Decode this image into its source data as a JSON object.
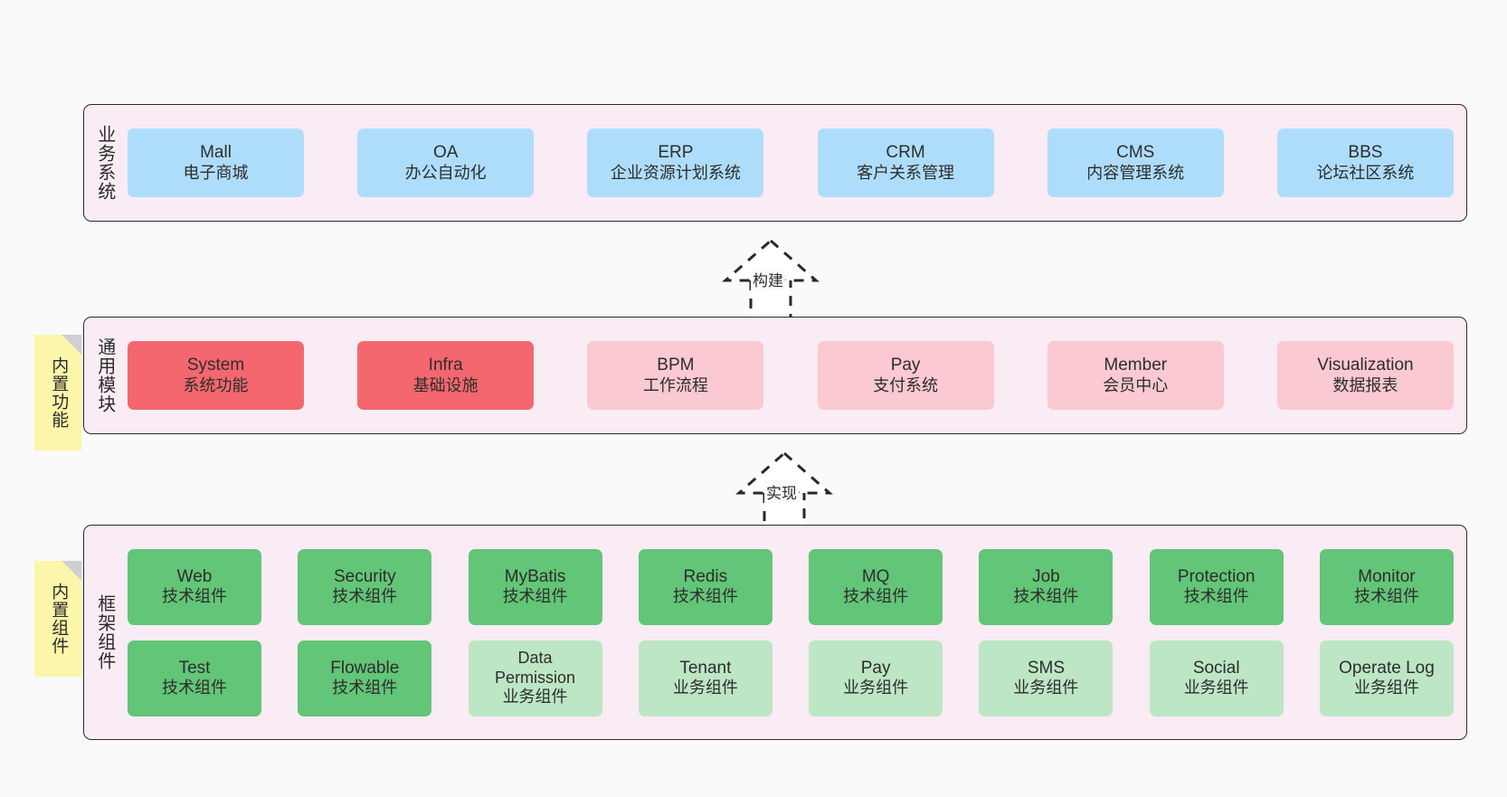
{
  "layers": [
    {
      "id": "business-systems",
      "title": "业务系统",
      "rows": [
        {
          "nodes": [
            {
              "en": "Mall",
              "cn": "电子商城",
              "color": "blue"
            },
            {
              "en": "OA",
              "cn": "办公自动化",
              "color": "blue"
            },
            {
              "en": "ERP",
              "cn": "企业资源计划系统",
              "color": "blue"
            },
            {
              "en": "CRM",
              "cn": "客户关系管理",
              "color": "blue"
            },
            {
              "en": "CMS",
              "cn": "内容管理系统",
              "color": "blue"
            },
            {
              "en": "BBS",
              "cn": "论坛社区系统",
              "color": "blue"
            }
          ]
        }
      ]
    },
    {
      "id": "common-modules",
      "title": "通用模块",
      "note": "内置功能",
      "rows": [
        {
          "nodes": [
            {
              "en": "System",
              "cn": "系统功能",
              "color": "red"
            },
            {
              "en": "Infra",
              "cn": "基础设施",
              "color": "red"
            },
            {
              "en": "BPM",
              "cn": "工作流程",
              "color": "pink"
            },
            {
              "en": "Pay",
              "cn": "支付系统",
              "color": "pink"
            },
            {
              "en": "Member",
              "cn": "会员中心",
              "color": "pink"
            },
            {
              "en": "Visualization",
              "cn": "数据报表",
              "color": "pink"
            }
          ]
        }
      ]
    },
    {
      "id": "framework-components",
      "title": "框架组件",
      "note": "内置组件",
      "rows": [
        {
          "nodes": [
            {
              "en": "Web",
              "cn": "技术组件",
              "color": "green"
            },
            {
              "en": "Security",
              "cn": "技术组件",
              "color": "green"
            },
            {
              "en": "MyBatis",
              "cn": "技术组件",
              "color": "green"
            },
            {
              "en": "Redis",
              "cn": "技术组件",
              "color": "green"
            },
            {
              "en": "MQ",
              "cn": "技术组件",
              "color": "green"
            },
            {
              "en": "Job",
              "cn": "技术组件",
              "color": "green"
            },
            {
              "en": "Protection",
              "cn": "技术组件",
              "color": "green"
            },
            {
              "en": "Monitor",
              "cn": "技术组件",
              "color": "green"
            }
          ]
        },
        {
          "nodes": [
            {
              "en": "Test",
              "cn": "技术组件",
              "color": "green"
            },
            {
              "en": "Flowable",
              "cn": "技术组件",
              "color": "green"
            },
            {
              "en": "Data Permission",
              "cn": "业务组件",
              "color": "lgreen"
            },
            {
              "en": "Tenant",
              "cn": "业务组件",
              "color": "lgreen"
            },
            {
              "en": "Pay",
              "cn": "业务组件",
              "color": "lgreen"
            },
            {
              "en": "SMS",
              "cn": "业务组件",
              "color": "lgreen"
            },
            {
              "en": "Social",
              "cn": "业务组件",
              "color": "lgreen"
            },
            {
              "en": "Operate Log",
              "cn": "业务组件",
              "color": "lgreen"
            }
          ]
        }
      ]
    }
  ],
  "connectors": [
    {
      "id": "build",
      "label": "构建"
    },
    {
      "id": "implement",
      "label": "实现"
    }
  ],
  "colors": {
    "panel_bg": "#f9ecf4",
    "panel_border": "#2a2a2a",
    "blue": "#aeddfb",
    "red": "#f4676f",
    "pink": "#fac9d2",
    "green": "#63c578",
    "light_green": "#bde6c5",
    "note_yellow": "#fbf6a9",
    "note_fold": "#cfcfcf",
    "canvas_bg": "#fafafa",
    "text": "#2d2d2d"
  }
}
